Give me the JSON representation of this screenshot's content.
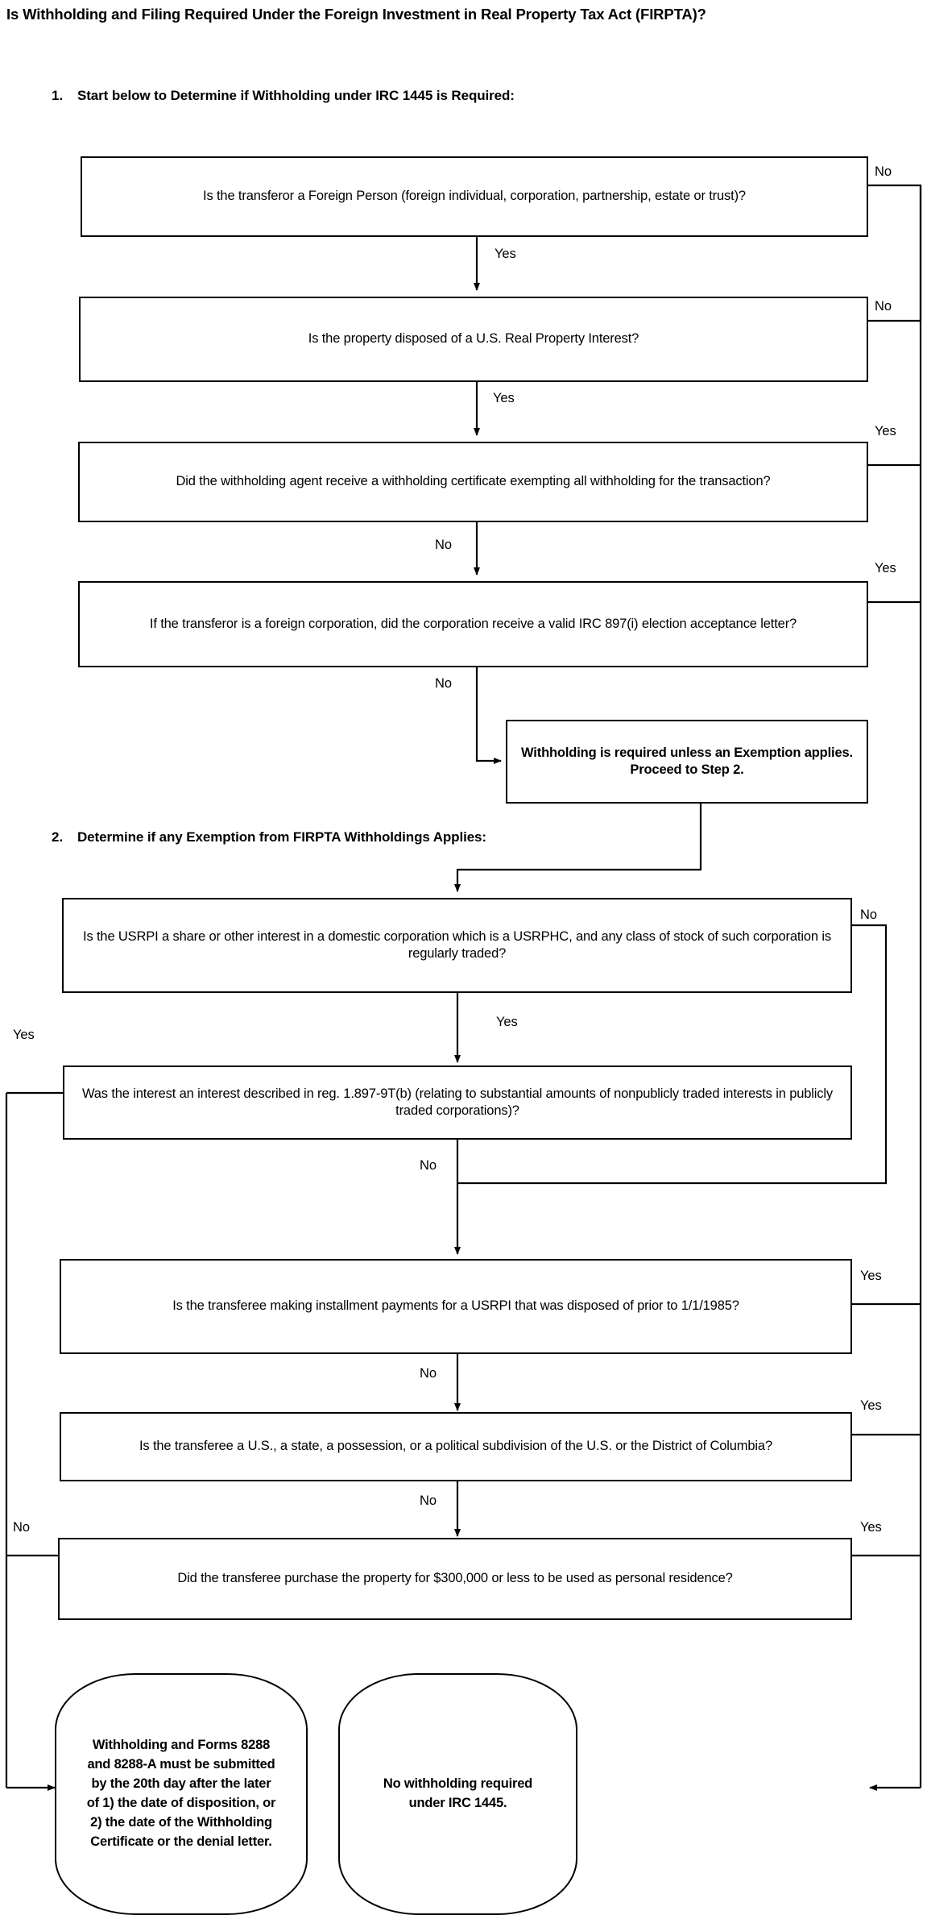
{
  "document": {
    "title": "Is Withholding and Filing Required Under the Foreign Investment in Real Property Tax Act (FIRPTA)?"
  },
  "sections": [
    {
      "number": "1.",
      "heading": "Start below to Determine if Withholding under IRC 1445 is Required:"
    },
    {
      "number": "2.",
      "heading": "Determine if any Exemption from FIRPTA Withholdings Applies:"
    }
  ],
  "nodes": {
    "d1": "Is the transferor a Foreign Person (foreign individual, corporation, partnership, estate or trust)?",
    "d2": "Is the property disposed of a U.S. Real Property Interest?",
    "d3": "Did the withholding agent receive a withholding certificate exempting all withholding for the transaction?",
    "d4": "If the transferor is a foreign corporation, did the corporation receive a valid IRC 897(i) election acceptance letter?",
    "p1": "Withholding is required unless an Exemption applies. Proceed to Step 2.",
    "d5": "Is the USRPI a share or other interest in a domestic corporation which is a USRPHC, and any class of stock of such corporation is regularly traded?",
    "d6": "Was the interest an interest described in reg. 1.897-9T(b) (relating to substantial amounts of nonpublicly traded interests in publicly traded corporations)?",
    "d7": "Is the transferee making installment payments for a USRPI that was disposed of prior to 1/1/1985?",
    "d8": "Is the transferee a U.S., a state, a possession, or a political subdivision of the U.S. or the District of Columbia?",
    "d9": "Did the transferee purchase the property for $300,000 or less to be used as personal residence?",
    "t1": "Withholding and Forms 8288 and 8288-A must be submitted by the 20th day after the later of 1) the date of disposition, or 2) the date of the Withholding Certificate or the denial letter.",
    "t2": "No withholding required under IRC 1445."
  },
  "edge_labels": {
    "d1_no": "No",
    "d1_yes": "Yes",
    "d2_no": "No",
    "d2_yes": "Yes",
    "d3_yes": "Yes",
    "d3_no": "No",
    "d4_yes": "Yes",
    "d4_no": "No",
    "d5_no": "No",
    "d5_yes": "Yes",
    "d6_yes": "Yes",
    "d6_no": "No",
    "d7_yes": "Yes",
    "d7_no": "No",
    "d8_yes": "Yes",
    "d8_no": "No",
    "d9_yes": "Yes",
    "d9_no": "No"
  },
  "chart_data": {
    "type": "diagram",
    "title": "Is Withholding and Filing Required Under the Foreign Investment in Real Property Tax Act (FIRPTA)?",
    "flow": [
      {
        "id": "d1",
        "shape": "rect",
        "text": "Is the transferor a Foreign Person (foreign individual, corporation, partnership, estate or trust)?",
        "edges": [
          {
            "label": "Yes",
            "to": "d2"
          },
          {
            "label": "No",
            "to": "t2"
          }
        ]
      },
      {
        "id": "d2",
        "shape": "rect",
        "text": "Is the property disposed of a U.S. Real Property Interest?",
        "edges": [
          {
            "label": "Yes",
            "to": "d3"
          },
          {
            "label": "No",
            "to": "t2"
          }
        ]
      },
      {
        "id": "d3",
        "shape": "rect",
        "text": "Did the withholding agent receive a withholding certificate exempting all withholding for the transaction?",
        "edges": [
          {
            "label": "No",
            "to": "d4"
          },
          {
            "label": "Yes",
            "to": "t2"
          }
        ]
      },
      {
        "id": "d4",
        "shape": "rect",
        "text": "If the transferor is a foreign corporation, did the corporation receive a valid IRC 897(i) election acceptance letter?",
        "edges": [
          {
            "label": "No",
            "to": "p1"
          },
          {
            "label": "Yes",
            "to": "t2"
          }
        ]
      },
      {
        "id": "p1",
        "shape": "rect",
        "text": "Withholding is required unless an Exemption applies. Proceed to Step 2.",
        "edges": [
          {
            "label": "",
            "to": "d5"
          }
        ]
      },
      {
        "id": "d5",
        "shape": "rect",
        "text": "Is the USRPI a share or other interest in a domestic corporation which is a USRPHC, and any class of stock of such corporation is regularly traded?",
        "edges": [
          {
            "label": "Yes",
            "to": "d6"
          },
          {
            "label": "No",
            "to": "d7"
          }
        ]
      },
      {
        "id": "d6",
        "shape": "rect",
        "text": "Was the interest an interest described in reg. 1.897-9T(b) (relating to substantial amounts of nonpublicly traded interests in publicly traded corporations)?",
        "edges": [
          {
            "label": "Yes",
            "to": "t1"
          },
          {
            "label": "No",
            "to": "d7"
          }
        ]
      },
      {
        "id": "d7",
        "shape": "rect",
        "text": "Is the transferee making installment payments for a USRPI that was disposed of prior to 1/1/1985?",
        "edges": [
          {
            "label": "No",
            "to": "d8"
          },
          {
            "label": "Yes",
            "to": "t2"
          }
        ]
      },
      {
        "id": "d8",
        "shape": "rect",
        "text": "Is the transferee a U.S., a state, a possession, or a political subdivision of the U.S. or the District of Columbia?",
        "edges": [
          {
            "label": "No",
            "to": "d9"
          },
          {
            "label": "Yes",
            "to": "t2"
          }
        ]
      },
      {
        "id": "d9",
        "shape": "rect",
        "text": "Did the transferee purchase the property for $300,000 or less to be used as personal residence?",
        "edges": [
          {
            "label": "No",
            "to": "t1"
          },
          {
            "label": "Yes",
            "to": "t2"
          }
        ]
      },
      {
        "id": "t1",
        "shape": "rounded-terminal",
        "text": "Withholding and Forms 8288 and 8288-A must be submitted by the 20th day after the later of 1) the date of disposition, or 2) the date of the Withholding Certificate or the denial letter.",
        "edges": []
      },
      {
        "id": "t2",
        "shape": "rounded-terminal",
        "text": "No withholding required under IRC 1445.",
        "edges": []
      }
    ]
  }
}
